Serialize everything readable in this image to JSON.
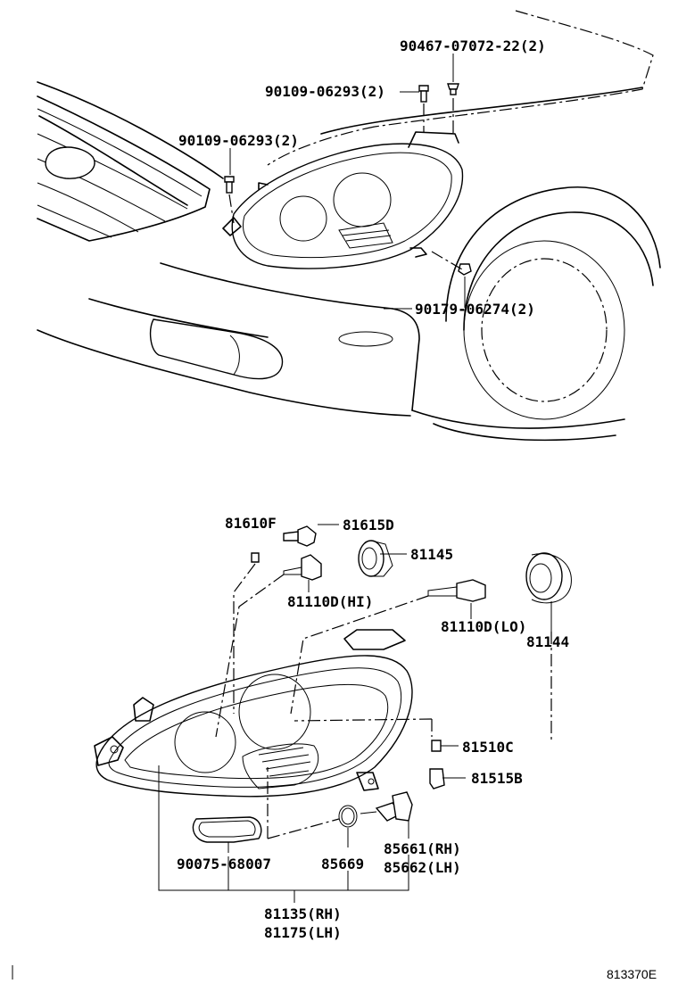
{
  "top_section": {
    "labels": [
      {
        "id": "p1",
        "text": "90467-07072-22(2)"
      },
      {
        "id": "p2",
        "text": "90109-06293(2)"
      },
      {
        "id": "p3",
        "text": "90109-06293(2)"
      },
      {
        "id": "p4",
        "text": "90179-06274(2)"
      }
    ]
  },
  "bottom_section": {
    "labels": [
      {
        "id": "b1",
        "text": "81610F"
      },
      {
        "id": "b2",
        "text": "81615D"
      },
      {
        "id": "b3",
        "text": "81145"
      },
      {
        "id": "b4",
        "text": "81110D(HI)"
      },
      {
        "id": "b5",
        "text": "81110D(LO)"
      },
      {
        "id": "b6",
        "text": "81144"
      },
      {
        "id": "b7",
        "text": "81510C"
      },
      {
        "id": "b8",
        "text": "81515B"
      },
      {
        "id": "b9",
        "text": "90075-68007"
      },
      {
        "id": "b10",
        "text": "85669"
      },
      {
        "id": "b11",
        "text": "85661(RH)"
      },
      {
        "id": "b12",
        "text": "85662(LH)"
      },
      {
        "id": "b13",
        "text": "81135(RH)"
      },
      {
        "id": "b14",
        "text": "81175(LH)"
      }
    ]
  },
  "reference_code": "813370E"
}
